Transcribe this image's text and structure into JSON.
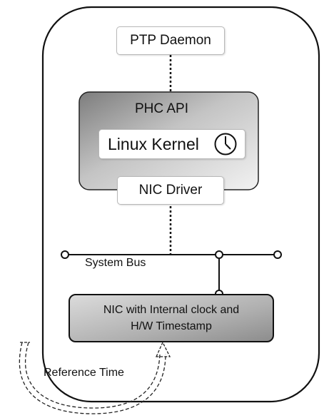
{
  "diagram": {
    "ptp_daemon": "PTP Daemon",
    "phc_api": "PHC API",
    "linux_kernel": "Linux Kernel",
    "nic_driver": "NIC Driver",
    "system_bus": "System Bus",
    "nic_line1": "NIC with Internal clock and",
    "nic_line2": "H/W Timestamp",
    "reference_time": "Reference Time",
    "icon": "clock-icon"
  }
}
